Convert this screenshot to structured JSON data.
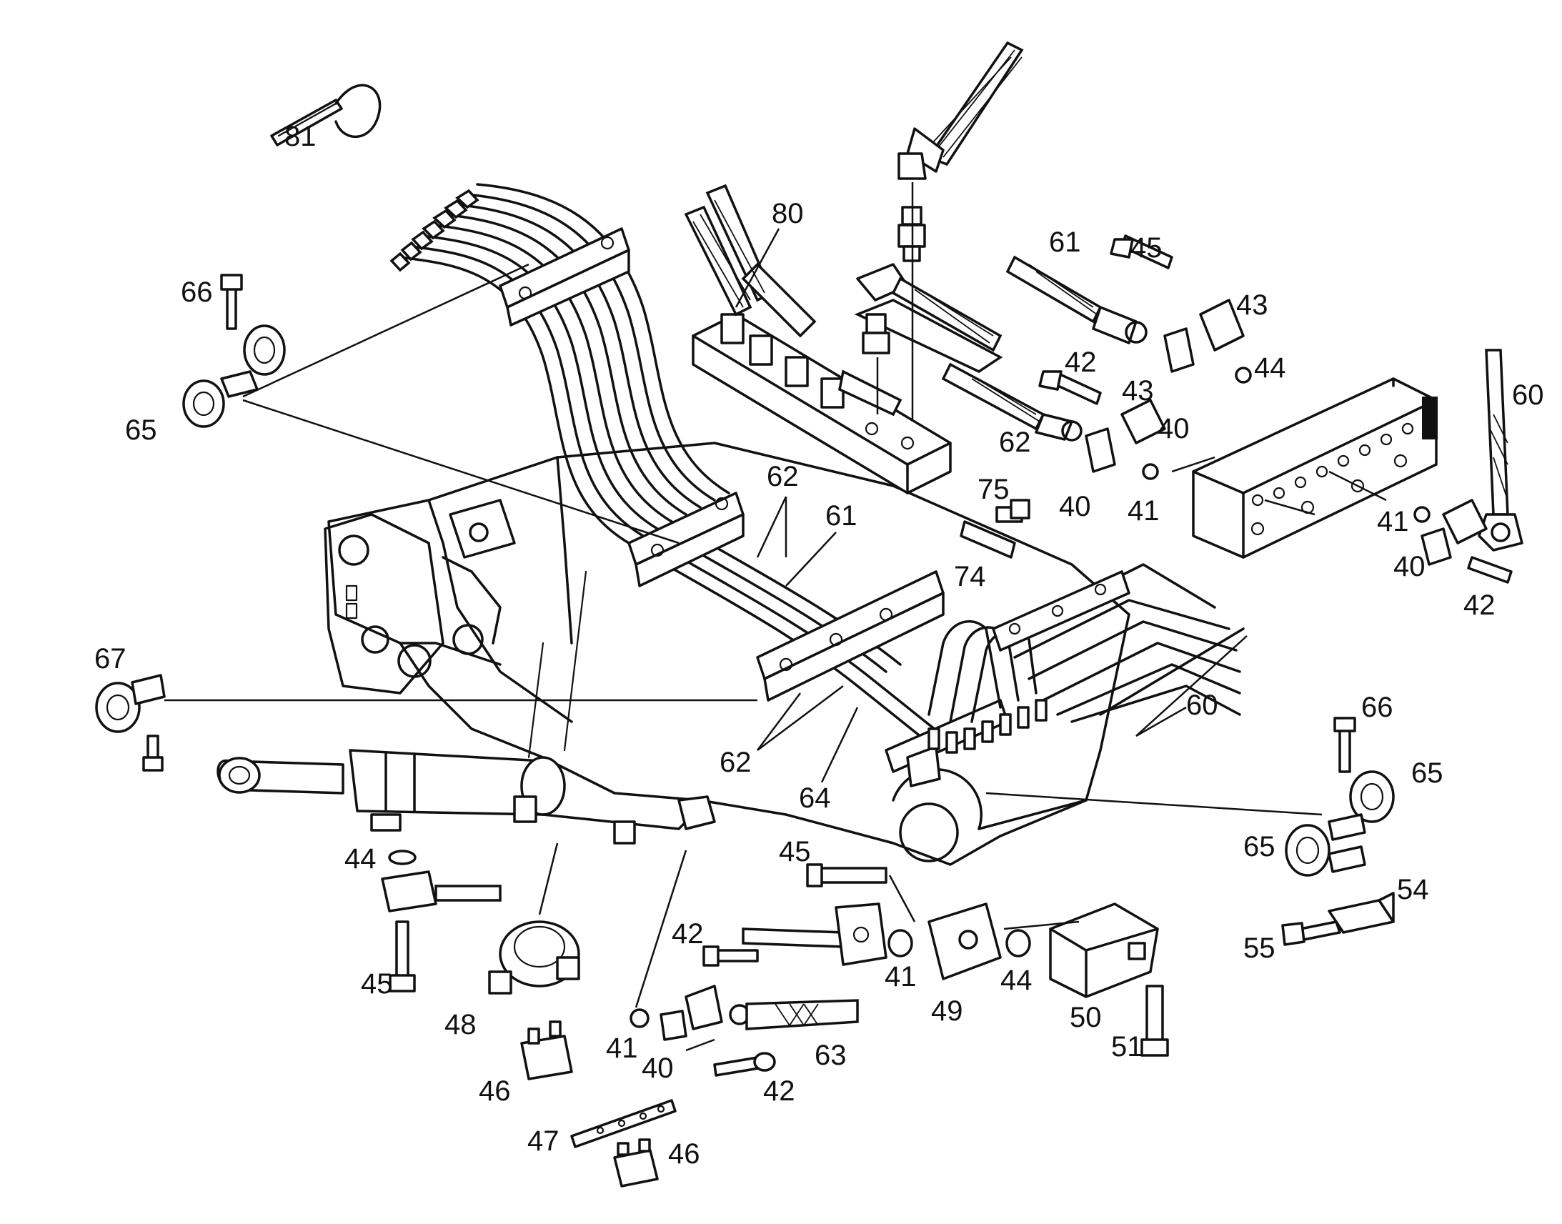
{
  "diagram": {
    "callouts": [
      "81",
      "80",
      "61",
      "45",
      "43",
      "44",
      "60",
      "66",
      "65",
      "42",
      "43",
      "40",
      "62",
      "40",
      "41",
      "75",
      "62",
      "61",
      "74",
      "41",
      "40",
      "42",
      "67",
      "60",
      "66",
      "65",
      "65",
      "62",
      "64",
      "44",
      "45",
      "54",
      "42",
      "41",
      "44",
      "45",
      "55",
      "48",
      "49",
      "50",
      "51",
      "41",
      "40",
      "63",
      "46",
      "42",
      "47",
      "46"
    ],
    "colors": {
      "ink": "#111111",
      "paper": "#ffffff"
    }
  }
}
